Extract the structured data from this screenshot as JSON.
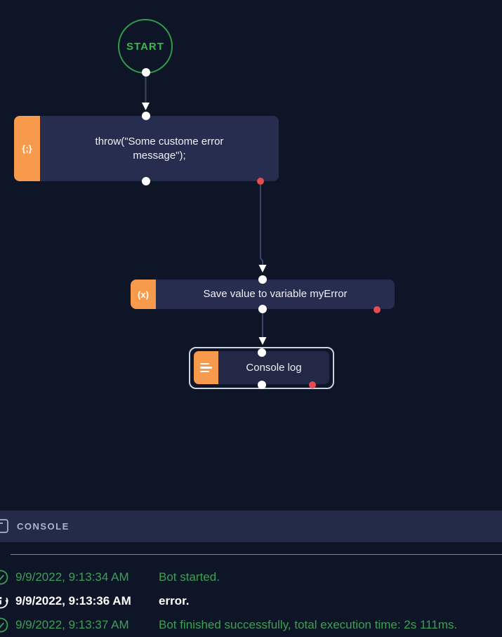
{
  "flow": {
    "start": {
      "label": "START"
    },
    "nodes": [
      {
        "icon_name": "code-braces-icon",
        "icon_glyph": "{;}",
        "label": "throw(\"Some custome error message\");"
      },
      {
        "icon_name": "variable-icon",
        "icon_glyph": "(x)",
        "label": "Save value to variable myError"
      },
      {
        "icon_name": "log-lines-icon",
        "label": "Console log",
        "selected": true
      }
    ]
  },
  "console": {
    "title": "CONSOLE",
    "logs": [
      {
        "timestamp": "9/9/2022, 9:13:34 AM",
        "message": "Bot started.",
        "status": "success"
      },
      {
        "timestamp": "9/9/2022, 9:13:36 AM",
        "message": "error.",
        "status": "info"
      },
      {
        "timestamp": "9/9/2022, 9:13:37 AM",
        "message": "Bot finished successfully, total execution time: 2s 111ms.",
        "status": "success"
      }
    ]
  },
  "colors": {
    "canvas_bg": "#0e1526",
    "node_bg": "#262d4e",
    "accent_orange": "#f79a4c",
    "error_port_red": "#e84a52",
    "start_green": "#3db64e",
    "log_success_green": "#3f9f58",
    "console_header_bg": "#242b48",
    "console_title_text": "#a9b4d6",
    "selection_border": "#cdd2e0",
    "connector_line": "#3d4566"
  }
}
